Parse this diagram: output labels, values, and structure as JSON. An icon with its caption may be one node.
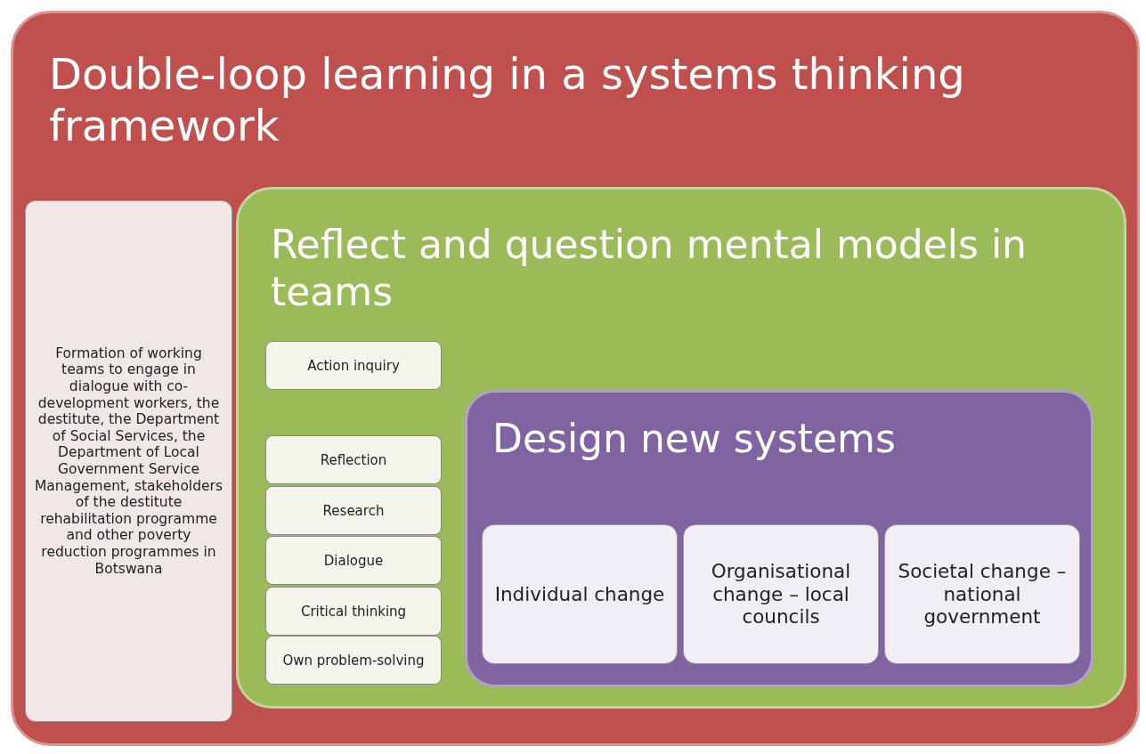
{
  "diagram": {
    "nodes": [
      {
        "text": [
          "Double-loop learning in a systems thinking framework"
        ]
      },
      {
        "text": [
          "Formation of working teams to engage in dialogue with co-development workers, the destitute, the Department of Social Services, the Department of Local Government Service Management, stakeholders of the destitute rehabilitation programme and other poverty reduction programmes in Botswana"
        ],
        "in": 0
      },
      {
        "text": [
          "Reflect and question mental models in teams"
        ],
        "in": 0
      },
      {
        "text": [
          "Action inquiry"
        ],
        "in": 2
      },
      {
        "text": [
          "Reflection"
        ],
        "in": 2
      },
      {
        "text": [
          "Research"
        ],
        "in": 2
      },
      {
        "text": [
          "Dialogue"
        ],
        "in": 2
      },
      {
        "text": [
          "Critical thinking"
        ],
        "in": 2
      },
      {
        "text": [
          "Own problem-solving"
        ],
        "in": 2
      },
      {
        "text": [
          "Design new systems"
        ],
        "in": 2
      },
      {
        "text": [
          "Individual change"
        ],
        "in": 9
      },
      {
        "text": [
          "Organisational change – local councils"
        ],
        "in": 9
      },
      {
        "text": [
          "Societal change – national government"
        ],
        "in": 9
      }
    ]
  }
}
